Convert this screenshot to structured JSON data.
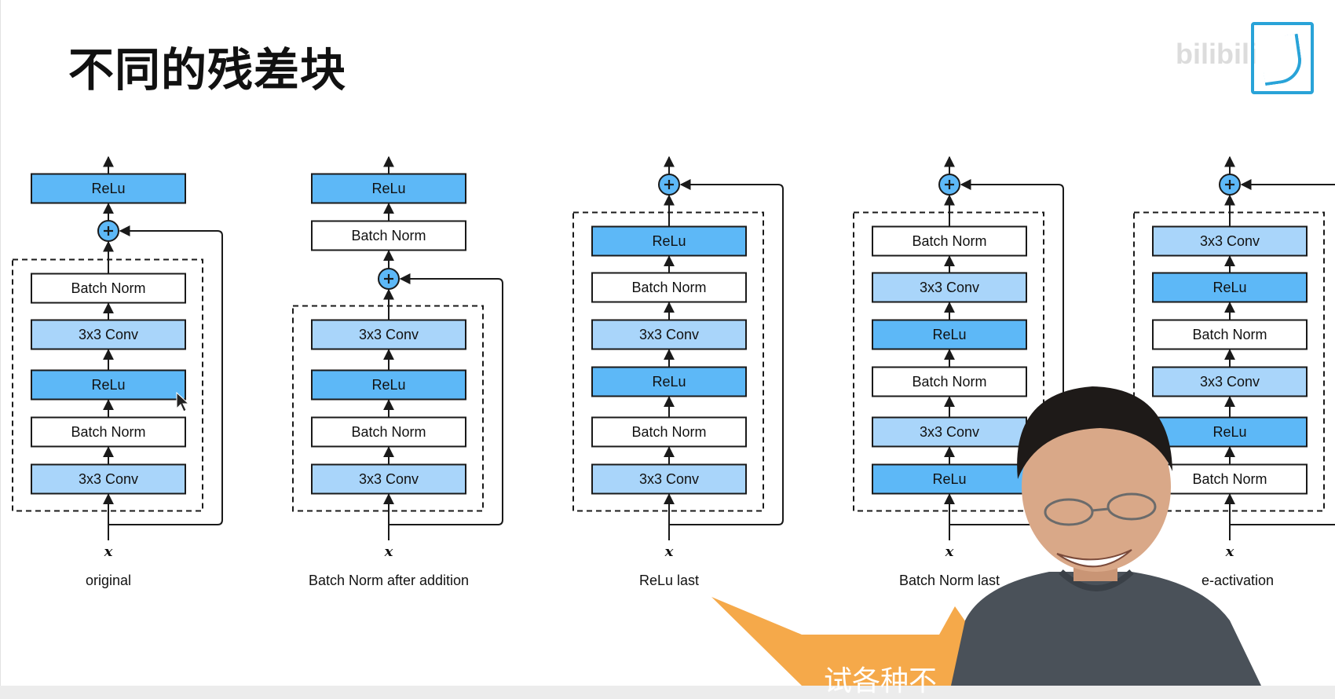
{
  "title": "不同的残差块",
  "input_label": "x",
  "watermark": {
    "text": "bilibili"
  },
  "colors": {
    "relu_fill": "#5db8f7",
    "conv_fill": "#a9d5fa",
    "bn_fill": "#ffffff",
    "stroke": "#1a1a1a",
    "bubble": "#f5a94a"
  },
  "blocks": [
    {
      "name": "original",
      "caption": "original",
      "layers_top_to_bottom": [
        "ReLu",
        "ADD",
        "Batch Norm",
        "3x3 Conv",
        "ReLu",
        "Batch Norm",
        "3x3 Conv"
      ]
    },
    {
      "name": "batch-norm-after-addition",
      "caption": "Batch Norm after addition",
      "layers_top_to_bottom": [
        "ReLu",
        "Batch Norm",
        "ADD",
        "3x3 Conv",
        "ReLu",
        "Batch Norm",
        "3x3 Conv"
      ]
    },
    {
      "name": "relu-last",
      "caption": "ReLu last",
      "layers_top_to_bottom": [
        "ADD",
        "ReLu",
        "Batch Norm",
        "3x3 Conv",
        "ReLu",
        "Batch Norm",
        "3x3 Conv"
      ]
    },
    {
      "name": "batch-norm-last",
      "caption": "Batch Norm last",
      "layers_top_to_bottom": [
        "ADD",
        "Batch Norm",
        "3x3 Conv",
        "ReLu",
        "Batch Norm",
        "3x3 Conv",
        "ReLu"
      ]
    },
    {
      "name": "pre-activation",
      "caption": "e-activation",
      "layers_top_to_bottom": [
        "ADD",
        "3x3 Conv",
        "ReLu",
        "Batch Norm",
        "3x3 Conv",
        "ReLu",
        "Batch Norm"
      ]
    }
  ],
  "speech_bubble": {
    "text": "试各种不"
  },
  "presenter": {
    "name": "presenter-video"
  }
}
